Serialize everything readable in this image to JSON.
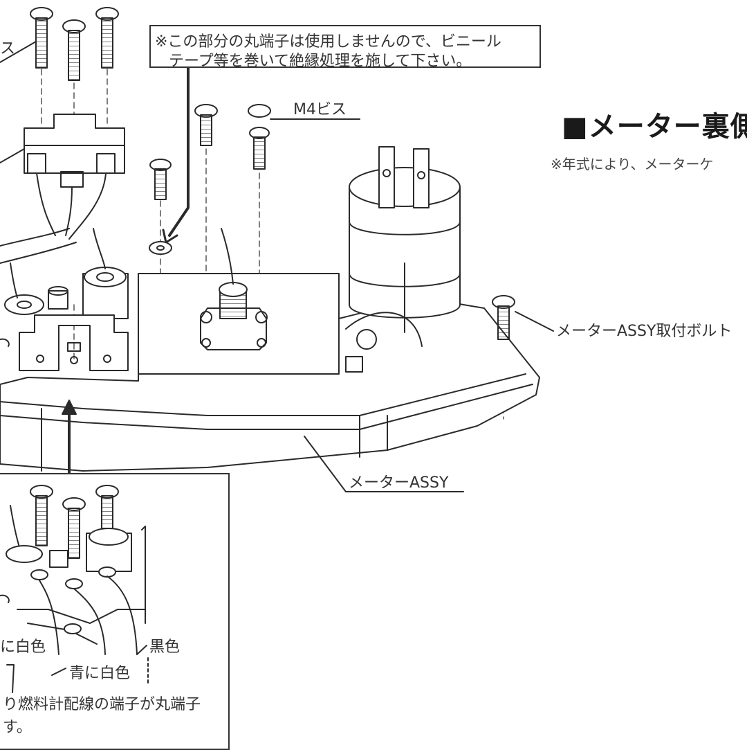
{
  "labels": {
    "screw_left_fragment": "ス",
    "m4_screw": "M4ビス",
    "bracket_bolt": "メーターASSY取付ボルト",
    "meter_assy": "メーターASSY"
  },
  "note": {
    "line1": "※この部分の丸端子は使用しませんので、ビニール",
    "line2": "テープ等を巻いて絶縁処理を施して下さい。"
  },
  "heading": {
    "title": "■メーター裏側",
    "subtitle": "※年式により、メーターケ"
  },
  "inset": {
    "wire_white_left": "に白色",
    "wire_black": "黒色",
    "wire_blue_white": "青に白色",
    "note_line1": "り燃料計配線の端子が丸端子",
    "note_line2": "す。"
  },
  "colors": {
    "line": "#2a2a2a",
    "dashed": "#555555",
    "fill": "#f2f2f2"
  }
}
